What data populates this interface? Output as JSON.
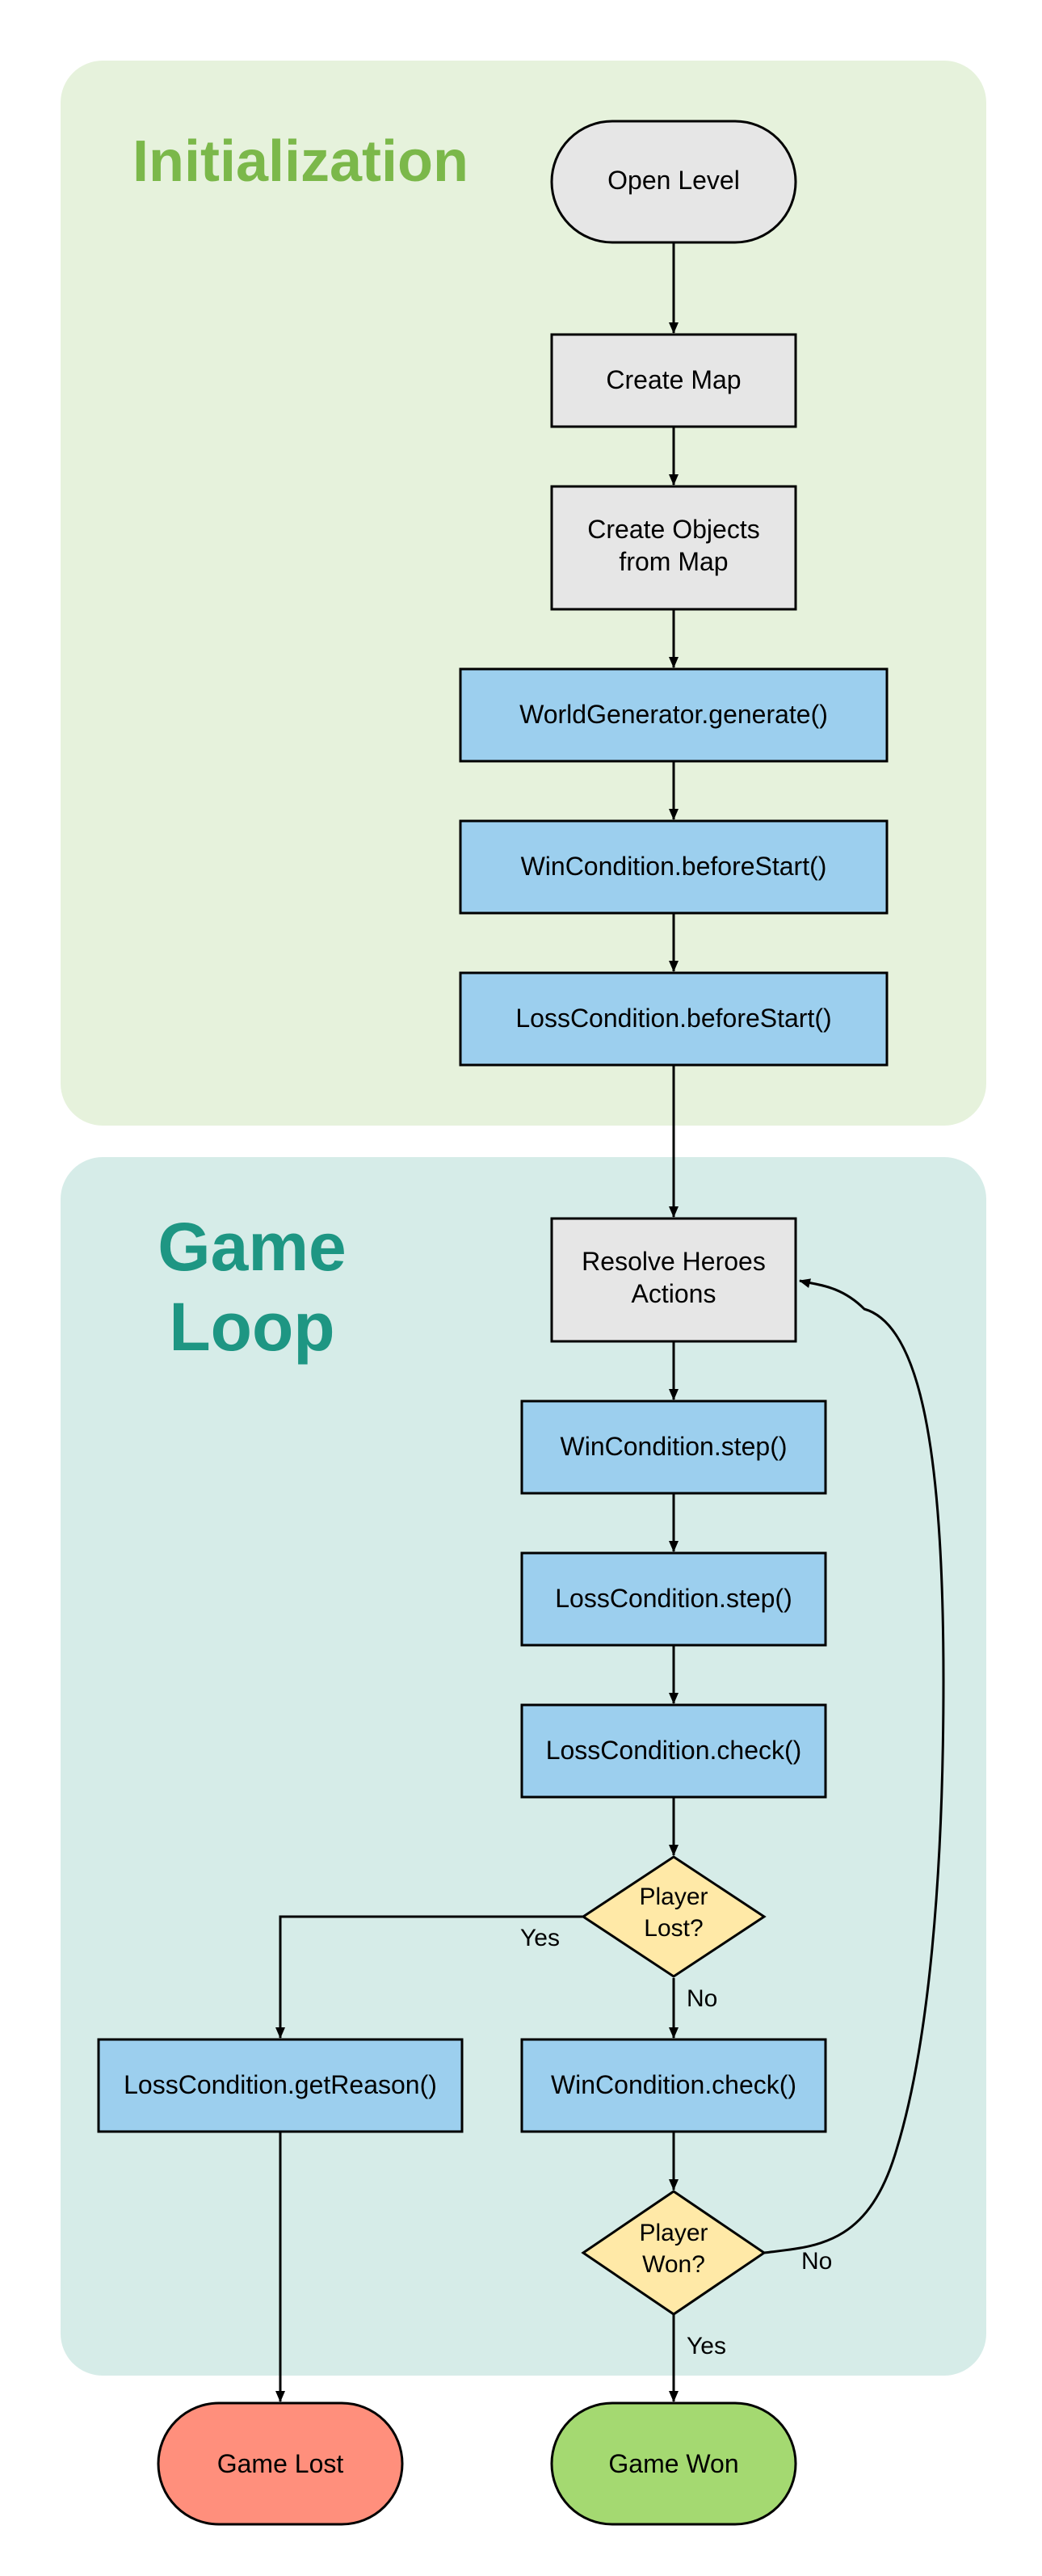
{
  "colors": {
    "initialization_bg": "#e6f2dc",
    "game_loop_bg": "#d6ece8",
    "initialization_title": "#7bb84a",
    "game_loop_title": "#1e9683",
    "gray_box": "#e6e6e6",
    "blue_box": "#9ccfee",
    "decision": "#ffe9a7",
    "game_lost": "#ff8f7c",
    "game_won": "#a4d971",
    "stroke": "#000000"
  },
  "sections": {
    "initialization_title": "Initialization",
    "game_loop_title_line1": "Game",
    "game_loop_title_line2": "Loop"
  },
  "nodes": {
    "open_level": "Open Level",
    "create_map": "Create Map",
    "create_objects_line1": "Create Objects",
    "create_objects_line2": "from Map",
    "world_generator": "WorldGenerator.generate()",
    "win_before_start": "WinCondition.beforeStart()",
    "loss_before_start": "LossCondition.beforeStart()",
    "resolve_heroes_line1": "Resolve Heroes",
    "resolve_heroes_line2": "Actions",
    "win_step": "WinCondition.step()",
    "loss_step": "LossCondition.step()",
    "loss_check": "LossCondition.check()",
    "player_lost_line1": "Player",
    "player_lost_line2": "Lost?",
    "loss_get_reason": "LossCondition.getReason()",
    "win_check": "WinCondition.check()",
    "player_won_line1": "Player",
    "player_won_line2": "Won?",
    "game_lost": "Game Lost",
    "game_won": "Game Won"
  },
  "edges": {
    "lost_yes": "Yes",
    "lost_no": "No",
    "won_no": "No",
    "won_yes": "Yes"
  }
}
